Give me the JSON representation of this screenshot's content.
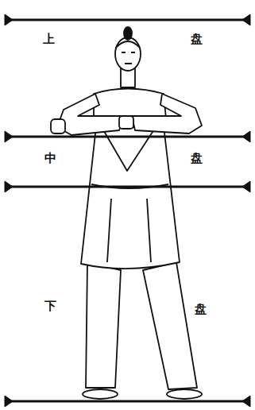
{
  "diagram": {
    "labels": [
      "上",
      "盘",
      "中",
      "盘",
      "下",
      "盘"
    ]
  }
}
